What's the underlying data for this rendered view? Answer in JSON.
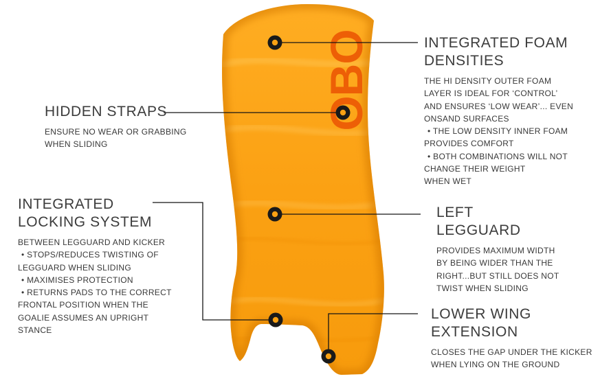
{
  "product": {
    "logo_text": "OBO"
  },
  "colors": {
    "pad_orange": "#FBA113",
    "pad_orange_light": "#FFB42E",
    "pad_orange_deep": "#E98A00",
    "logo_orange": "#ED5F06",
    "connector_black": "#151515",
    "heading_text": "#3C3C3C",
    "body_text": "#383838",
    "background": "#FFFFFF"
  },
  "callouts": {
    "foam_densities": {
      "title_lines": [
        "INTEGRATED FOAM",
        "DENSITIES"
      ],
      "body_lines": [
        "THE HI DENSITY OUTER FOAM",
        "LAYER IS IDEAL FOR ‘CONTROL’",
        "AND ENSURES ‘LOW WEAR’... EVEN",
        "ONSAND SURFACES",
        "• THE LOW DENSITY INNER FOAM",
        "PROVIDES COMFORT",
        "• BOTH COMBINATIONS WILL NOT",
        "CHANGE THEIR WEIGHT",
        "WHEN WET"
      ]
    },
    "hidden_straps": {
      "title_lines": [
        "HIDDEN STRAPS"
      ],
      "body_lines": [
        "ENSURE NO WEAR OR GRABBING",
        "WHEN SLIDING"
      ]
    },
    "locking_system": {
      "title_lines": [
        "INTEGRATED",
        "LOCKING SYSTEM"
      ],
      "body_lines": [
        "BETWEEN LEGGUARD AND KICKER",
        "• STOPS/REDUCES TWISTING OF",
        "LEGGUARD WHEN SLIDING",
        "• MAXIMISES PROTECTION",
        "• RETURNS PADS TO THE CORRECT",
        "FRONTAL POSITION WHEN THE",
        "GOALIE ASSUMES AN UPRIGHT",
        "STANCE"
      ]
    },
    "left_legguard": {
      "title_lines": [
        "LEFT",
        "LEGGUARD"
      ],
      "body_lines": [
        "PROVIDES MAXIMUM WIDTH",
        "BY BEING WIDER THAN THE",
        "RIGHT...BUT STILL DOES NOT",
        "TWIST WHEN SLIDING"
      ]
    },
    "lower_wing": {
      "title_lines": [
        "LOWER WING",
        "EXTENSION"
      ],
      "body_lines": [
        "CLOSES THE GAP UNDER THE KICKER",
        "WHEN LYING ON THE GROUND"
      ]
    }
  }
}
